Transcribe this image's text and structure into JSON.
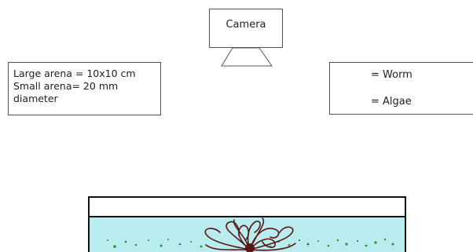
{
  "camera": {
    "label": "Camera"
  },
  "arena_info": {
    "line1": "Large arena = 10x10 cm",
    "line2": "Small arena= 20 mm",
    "line3": "diameter"
  },
  "legend": {
    "worm_label": "= Worm",
    "algae_label": "= Algae"
  },
  "colors": {
    "worm": "#5a1414",
    "algae": "#2e8b3a",
    "water": "#b8ecef"
  }
}
